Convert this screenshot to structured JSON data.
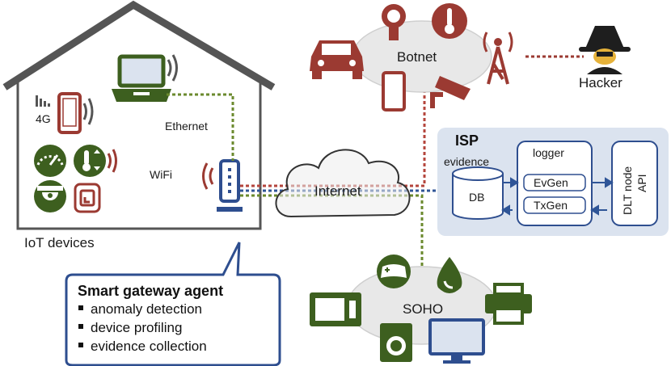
{
  "labels": {
    "house_label": "IoT devices",
    "cellular_label": "4G",
    "ethernet_label": "Ethernet",
    "wifi_label": "WiFi",
    "internet_label": "Internet",
    "botnet_label": "Botnet",
    "hacker_label": "Hacker",
    "soho_label": "SOHO",
    "isp_title": "ISP",
    "evidence_label": "evidence",
    "db_label": "DB",
    "logger_label": "logger",
    "evgen_label": "EvGen",
    "txgen_label": "TxGen",
    "dlt_line1": "DLT node",
    "dlt_line2": "API"
  },
  "callout": {
    "title": "Smart gateway agent",
    "items": [
      "anomaly detection",
      "device profiling",
      "evidence collection"
    ]
  },
  "colors": {
    "house_stroke": "#555555",
    "device_green": "#3d5f1f",
    "threat_red": "#9b3a32",
    "gateway_blue": "#2e4e8f",
    "isp_fill": "#dbe3ef",
    "cloud_fill": "#ececec",
    "link_green": "#6b8a2e",
    "link_red": "#b4453c",
    "link_blue": "#2f5597"
  }
}
